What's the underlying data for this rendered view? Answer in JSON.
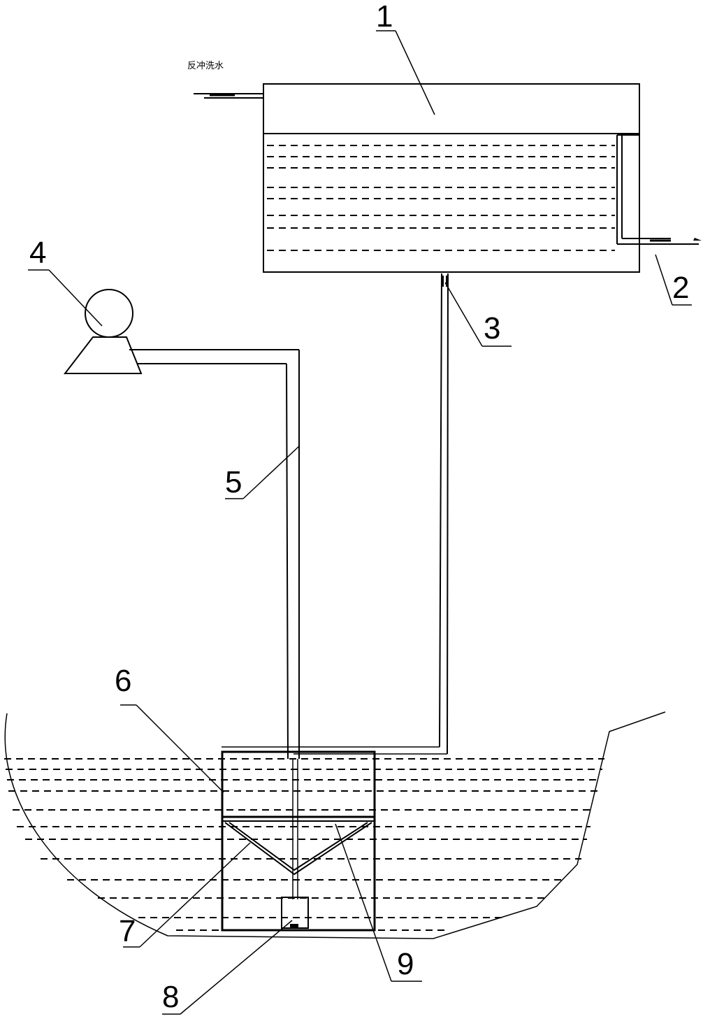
{
  "inlet_label": "反冲洗水",
  "callouts": {
    "c1": "1",
    "c2": "2",
    "c3": "3",
    "c4": "4",
    "c5": "5",
    "c6": "6",
    "c7": "7",
    "c8": "8",
    "c9": "9"
  }
}
